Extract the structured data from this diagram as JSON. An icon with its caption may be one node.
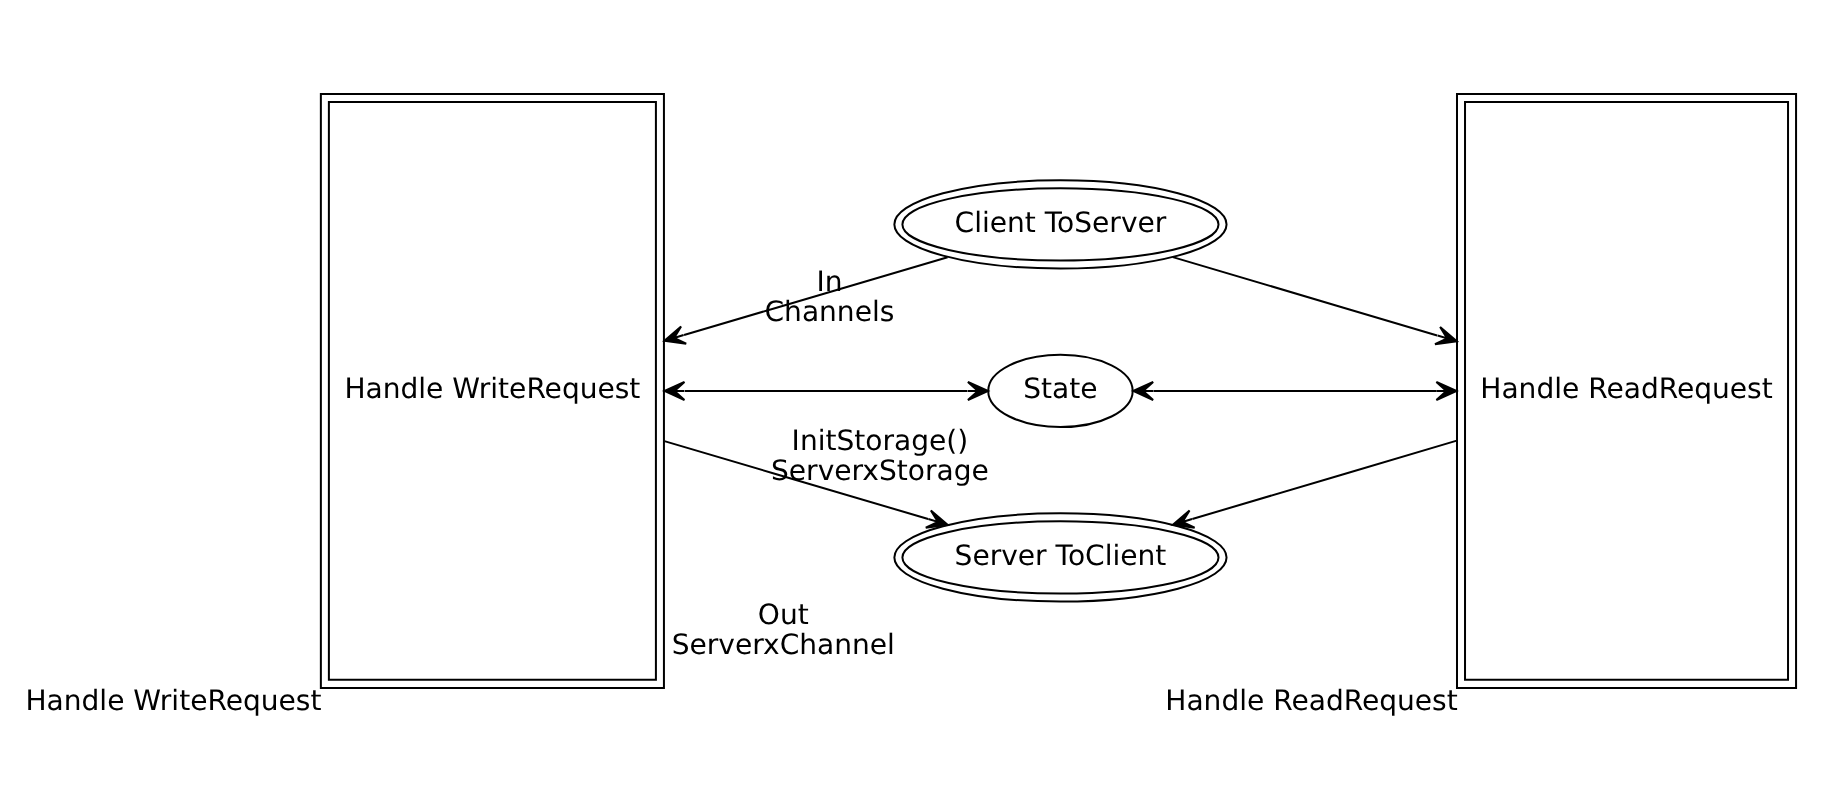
{
  "diagram": {
    "nodes": [
      {
        "text": [
          "Handle WriteRequest"
        ],
        "beside": [
          "Handle WriteRequest"
        ]
      },
      {
        "text": [
          "Client ToServer"
        ],
        "beside": [
          "In",
          "Channels"
        ]
      },
      {
        "text": [
          "Handle ReadRequest"
        ],
        "beside": [
          "Handle ReadRequest"
        ]
      },
      {
        "text": [
          "State"
        ],
        "beside": [
          "InitStorage()",
          "ServerxStorage"
        ]
      },
      {
        "text": [
          "Server ToClient"
        ],
        "beside": [
          "Out",
          "ServerxChannel"
        ]
      }
    ],
    "edges": [
      {
        "from": 1,
        "to": 0,
        "arrow": "to"
      },
      {
        "from": 1,
        "to": 2,
        "arrow": "to"
      },
      {
        "from": 0,
        "to": 3,
        "arrow": "both"
      },
      {
        "from": 3,
        "to": 2,
        "arrow": "both"
      },
      {
        "from": 0,
        "to": 4,
        "arrow": "to"
      },
      {
        "from": 2,
        "to": 4,
        "arrow": "to"
      }
    ]
  }
}
